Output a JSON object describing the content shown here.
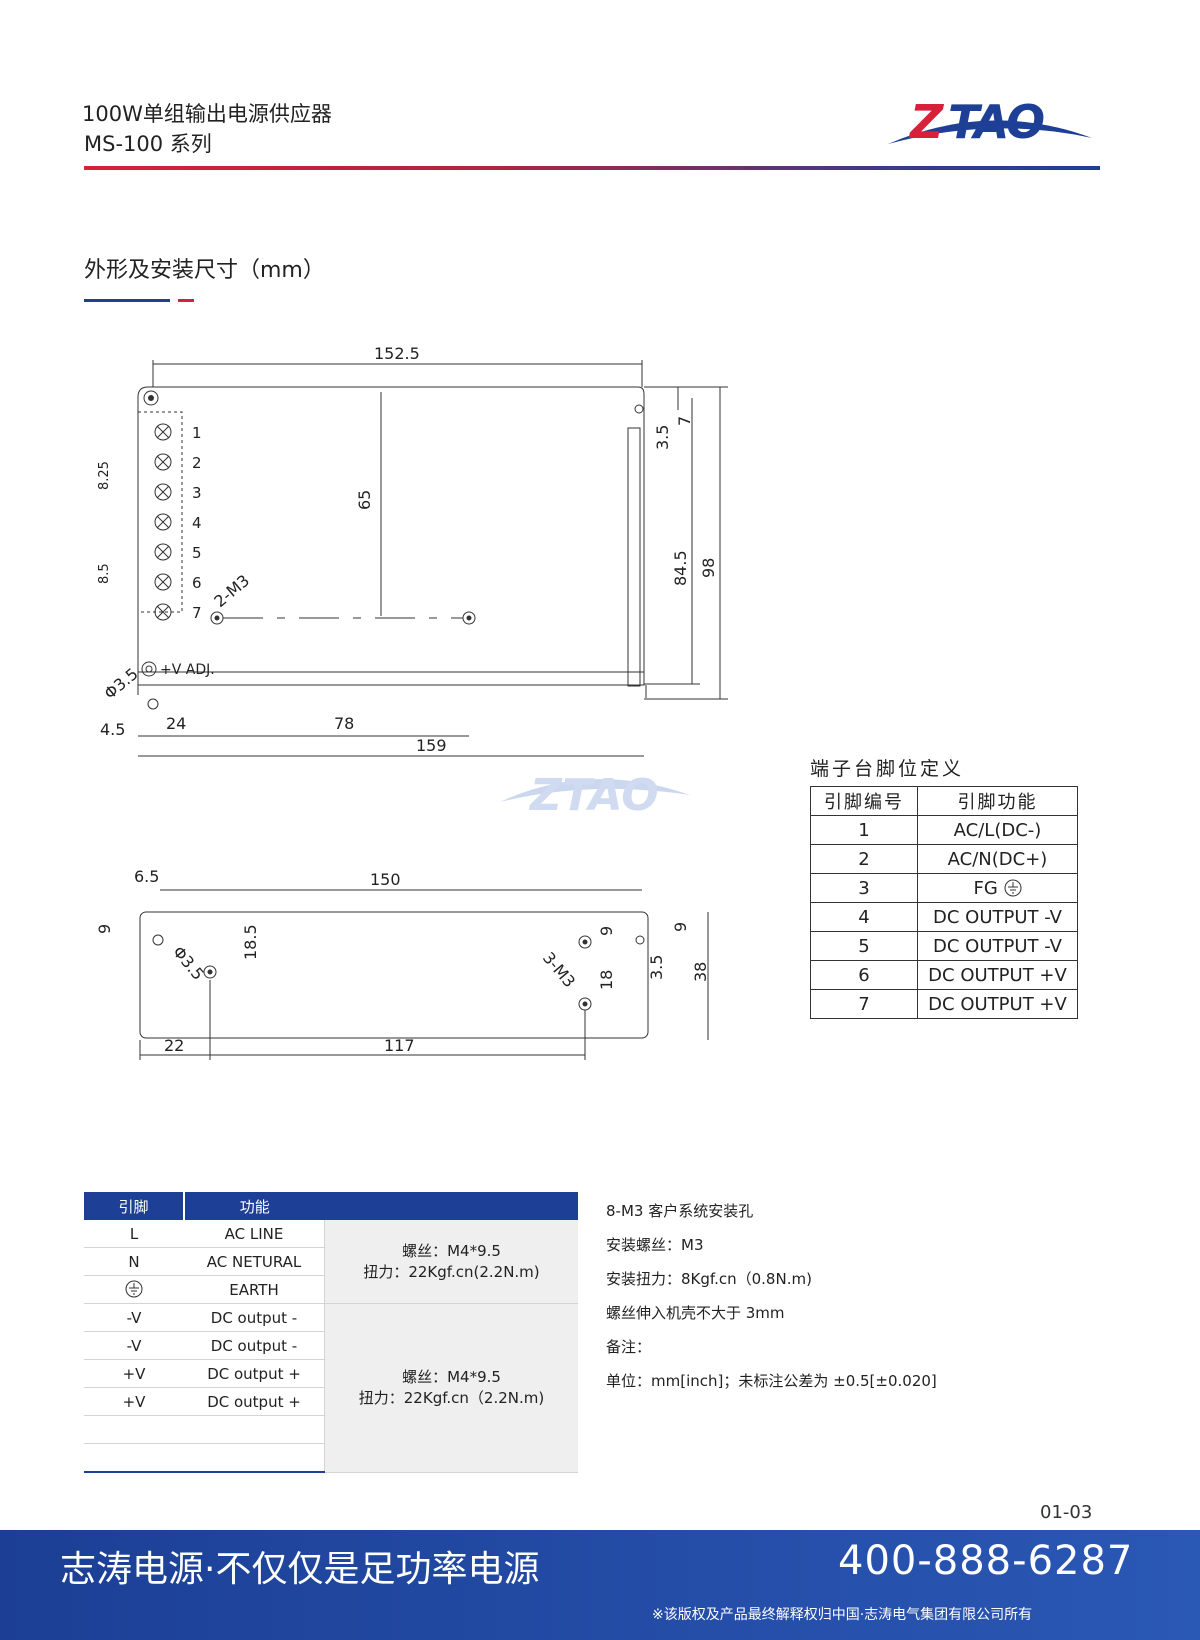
{
  "header": {
    "title": "100W单组输出电源供应器",
    "subtitle": "MS-100 系列",
    "logo_text": "ZTAO"
  },
  "section": {
    "title": "外形及安装尺寸（mm）"
  },
  "drawing": {
    "top_view": {
      "dims": [
        "152.5",
        "65",
        "84.5",
        "98",
        "7",
        "3.5",
        "8.25",
        "8.5",
        "2-M3",
        "Φ3.5",
        "4.5",
        "24",
        "78",
        "159"
      ],
      "terminals": [
        "1",
        "2",
        "3",
        "4",
        "5",
        "6",
        "7"
      ],
      "adj_label": "+V ADJ."
    },
    "side_view": {
      "dims": [
        "6.5",
        "150",
        "9",
        "Φ3.5",
        "18.5",
        "3-M3",
        "9",
        "18",
        "3.5",
        "9",
        "38",
        "22",
        "117"
      ]
    },
    "watermark": "ZTAO"
  },
  "pin_table": {
    "caption": "端子台脚位定义",
    "headers": [
      "引脚编号",
      "引脚功能"
    ],
    "rows": [
      [
        "1",
        "AC/L(DC-)"
      ],
      [
        "2",
        "AC/N(DC+)"
      ],
      [
        "3",
        "FG"
      ],
      [
        "4",
        "DC OUTPUT -V"
      ],
      [
        "5",
        "DC OUTPUT -V"
      ],
      [
        "6",
        "DC OUTPUT +V"
      ],
      [
        "7",
        "DC OUTPUT +V"
      ]
    ]
  },
  "bottom_table": {
    "headers": [
      "引脚",
      "功能",
      ""
    ],
    "rows": [
      [
        "L",
        "AC LINE"
      ],
      [
        "N",
        "AC NETURAL"
      ],
      [
        "",
        "EARTH"
      ],
      [
        "-V",
        "DC output -"
      ],
      [
        "-V",
        "DC output -"
      ],
      [
        "+V",
        "DC output +"
      ],
      [
        "+V",
        "DC output +"
      ],
      [
        "",
        ""
      ],
      [
        "",
        ""
      ]
    ],
    "group1": {
      "line1": "螺丝：M4*9.5",
      "line2": "扭力：22Kgf.cn(2.2N.m)"
    },
    "group2": {
      "line1": "螺丝：M4*9.5",
      "line2": "扭力：22Kgf.cn（2.2N.m)"
    }
  },
  "notes": [
    "8-M3 客户系统安装孔",
    "安装螺丝：M3",
    "安装扭力：8Kgf.cn（0.8N.m)",
    "螺丝伸入机壳不大于 3mm",
    "备注：",
    "单位：mm[inch]；未标注公差为 ±0.5[±0.020]"
  ],
  "page_number": "01-03",
  "footer": {
    "slogan": "志涛电源·不仅仅是足功率电源",
    "phone": "400-888-6287",
    "copyright": "※该版权及产品最终解释权归中国·志涛电气集团有限公司所有"
  },
  "colors": {
    "brand_blue": "#1e3f96",
    "brand_red": "#d7203a"
  }
}
